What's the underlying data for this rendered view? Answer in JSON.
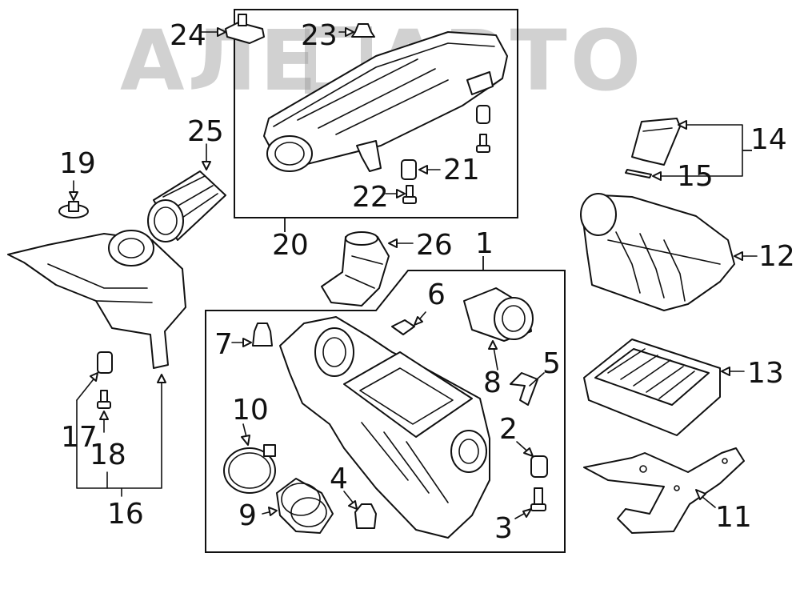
{
  "watermark": {
    "text": "АЛЕ▢АВТО"
  },
  "callouts": {
    "c1": "1",
    "c2": "2",
    "c3": "3",
    "c4": "4",
    "c5": "5",
    "c6": "6",
    "c7": "7",
    "c8": "8",
    "c9": "9",
    "c10": "10",
    "c11": "11",
    "c12": "12",
    "c13": "13",
    "c14": "14",
    "c15": "15",
    "c16": "16",
    "c17": "17",
    "c18": "18",
    "c19": "19",
    "c20": "20",
    "c21": "21",
    "c22": "22",
    "c23": "23",
    "c24": "24",
    "c25": "25",
    "c26": "26"
  },
  "colors": {
    "line": "#111111",
    "watermark": "#9a9a9a",
    "background": "#ffffff"
  }
}
